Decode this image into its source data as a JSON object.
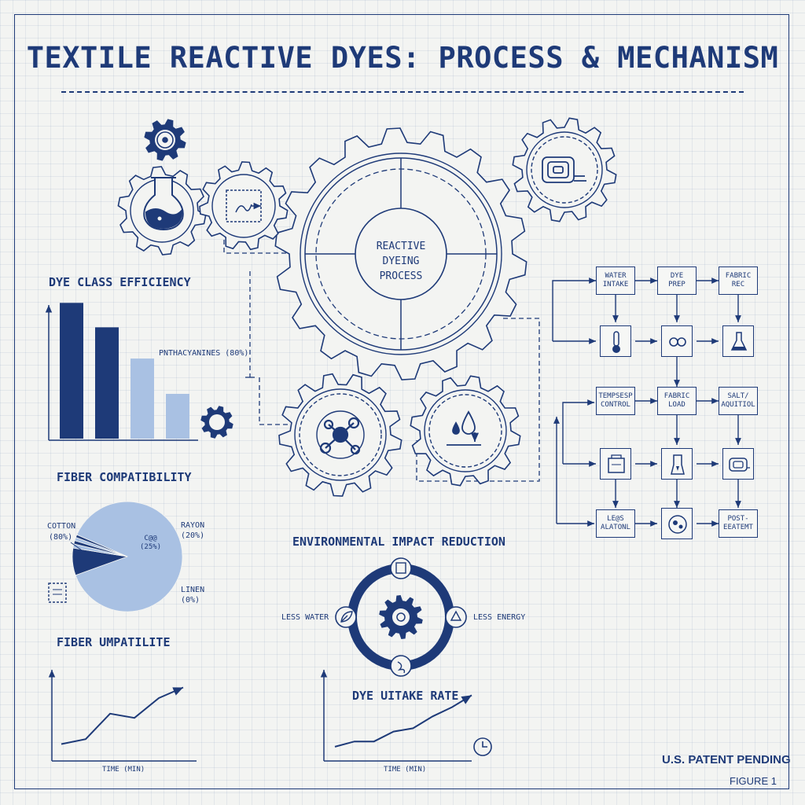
{
  "title": "TEXTILE REACTIVE DYES: PROCESS & MECHANISM",
  "hub_label": [
    "REACTIVE",
    "DYEING",
    "PROCESS"
  ],
  "dye_class": {
    "title": "DYE CLASS EFFICIENCY",
    "annotation": "PNTHACYANINES (80%)",
    "values": [
      100,
      82,
      59,
      33
    ],
    "colors": [
      "#1e3a78",
      "#1e3a78",
      "#a9c1e3",
      "#a9c1e3"
    ],
    "ylim": [
      0,
      110
    ]
  },
  "fiber_pie": {
    "title": "FIBER COMPATIBILITY",
    "labels": {
      "cotton": "COTTON\n(80%)",
      "rayon": "RAYON\n(20%)",
      "center": "C@@\n(25%)",
      "linen": "LINEN\n(0%)"
    },
    "slices": [
      {
        "value": 88,
        "color": "#a9c1e3"
      },
      {
        "value": 8,
        "color": "#1e3a78"
      },
      {
        "value": 1.2,
        "color": "#a9c1e3"
      },
      {
        "value": 1,
        "color": "#1e3a78"
      },
      {
        "value": 1,
        "color": "#a9c1e3"
      },
      {
        "value": 0.8,
        "color": "#1e3a78"
      }
    ]
  },
  "fiber_line": {
    "title": "FIBER UMPATILITE",
    "xlabel": "TIME (MIN)",
    "x": [
      0,
      1,
      2,
      3,
      4,
      5
    ],
    "y": [
      15,
      22,
      58,
      52,
      80,
      95
    ]
  },
  "uptake_line": {
    "title": "DYE UITAKE RATE",
    "xlabel": "TIME (MIN)",
    "x": [
      0,
      1,
      2,
      3,
      4,
      5,
      6,
      7
    ],
    "y": [
      12,
      20,
      20,
      35,
      40,
      58,
      72,
      90
    ]
  },
  "environment": {
    "title": "ENVIRONMENTAL IMPACT REDUCTION",
    "left": "LESS WATER",
    "right": "LESS ENERGY"
  },
  "flow": {
    "row1": [
      "WATER\nINTAKE",
      "DYE\nPREP",
      "FABRIC\nREC"
    ],
    "row3": [
      "TEMPSESP\nCONTROL",
      "FABRIC\nLOAD",
      "SALT/\nAQUITIOL"
    ],
    "row5": [
      "LE@S\nALATONL",
      "",
      "POST-\nEEATEMT"
    ]
  },
  "footer": {
    "patent": "U.S. PATENT PENDING",
    "figure": "FIGURE 1"
  },
  "icons": [
    "gear-icon",
    "flask-icon",
    "fabric-icon",
    "molecule-icon",
    "water-drop-icon",
    "fiber-roll-icon",
    "thermometer-icon",
    "recycle-icon",
    "leaf-icon",
    "clock-icon",
    "percent-icon"
  ]
}
